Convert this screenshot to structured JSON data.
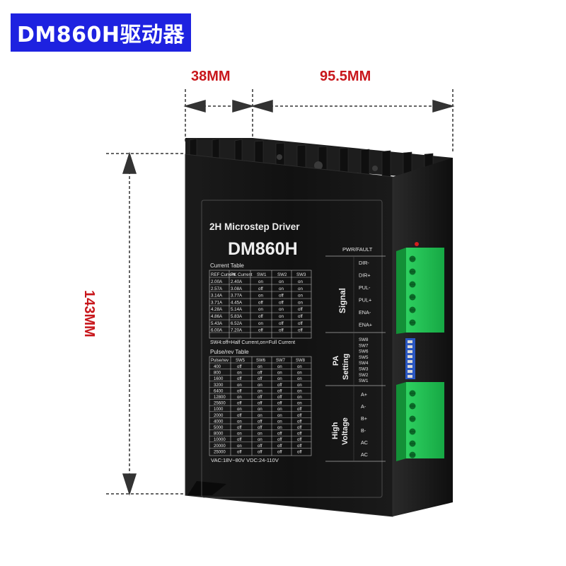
{
  "title": "DM860H驱动器",
  "dimensions": {
    "depth": "38MM",
    "width": "95.5MM",
    "height": "143MM"
  },
  "device": {
    "header": "2H Microstep Driver",
    "model": "DM860H",
    "current_table": {
      "caption": "Current Table",
      "headers": [
        "REF Current",
        "PK Current",
        "SW1",
        "SW2",
        "SW3"
      ],
      "rows": [
        [
          "2.00A",
          "2.40A",
          "on",
          "on",
          "on"
        ],
        [
          "2.57A",
          "3.08A",
          "off",
          "on",
          "on"
        ],
        [
          "3.14A",
          "3.77A",
          "on",
          "off",
          "on"
        ],
        [
          "3.71A",
          "4.45A",
          "off",
          "off",
          "on"
        ],
        [
          "4.28A",
          "5.14A",
          "on",
          "on",
          "off"
        ],
        [
          "4.86A",
          "5.83A",
          "off",
          "on",
          "off"
        ],
        [
          "5.43A",
          "6.52A",
          "on",
          "off",
          "off"
        ],
        [
          "6.00A",
          "7.20A",
          "off",
          "off",
          "off"
        ]
      ],
      "note": "SW4:off=Half Current,on=Full Current"
    },
    "pulse_table": {
      "caption": "Pulse/rev Table",
      "headers": [
        "Pulse/rev",
        "SW5",
        "SW6",
        "SW7",
        "SW8"
      ],
      "rows": [
        [
          "400",
          "off",
          "on",
          "on",
          "on"
        ],
        [
          "800",
          "on",
          "off",
          "on",
          "on"
        ],
        [
          "1600",
          "off",
          "off",
          "on",
          "on"
        ],
        [
          "3200",
          "on",
          "on",
          "off",
          "on"
        ],
        [
          "6400",
          "off",
          "on",
          "off",
          "on"
        ],
        [
          "12800",
          "on",
          "off",
          "off",
          "on"
        ],
        [
          "25600",
          "off",
          "off",
          "off",
          "on"
        ],
        [
          "1000",
          "on",
          "on",
          "on",
          "off"
        ],
        [
          "2000",
          "off",
          "on",
          "on",
          "off"
        ],
        [
          "4000",
          "on",
          "off",
          "on",
          "off"
        ],
        [
          "5000",
          "off",
          "off",
          "on",
          "off"
        ],
        [
          "8000",
          "on",
          "on",
          "off",
          "off"
        ],
        [
          "10000",
          "off",
          "on",
          "off",
          "off"
        ],
        [
          "20000",
          "on",
          "off",
          "off",
          "off"
        ],
        [
          "25000",
          "off",
          "off",
          "off",
          "off"
        ]
      ]
    },
    "voltage": "VAC:18V~80V  VDC:24-110V",
    "pwr_fault": "PWR/FAULT",
    "signal": {
      "label": "Signal",
      "pins": [
        "DIR-",
        "DIR+",
        "PUL-",
        "PUL+",
        "ENA-",
        "ENA+"
      ]
    },
    "pa_setting": {
      "label1": "PA",
      "label2": "Setting",
      "switches": [
        "SW8",
        "SW7",
        "SW6",
        "SW5",
        "SW4",
        "SW3",
        "SW2",
        "SW1"
      ]
    },
    "high_voltage": {
      "label1": "High",
      "label2": "Voltage",
      "pins": [
        "A+",
        "A-",
        "B+",
        "B-",
        "AC",
        "AC"
      ]
    }
  },
  "colors": {
    "badge": "#1e22e0",
    "dimension": "#c8161b",
    "terminal": "#1fbf4f",
    "body": "#141414"
  }
}
